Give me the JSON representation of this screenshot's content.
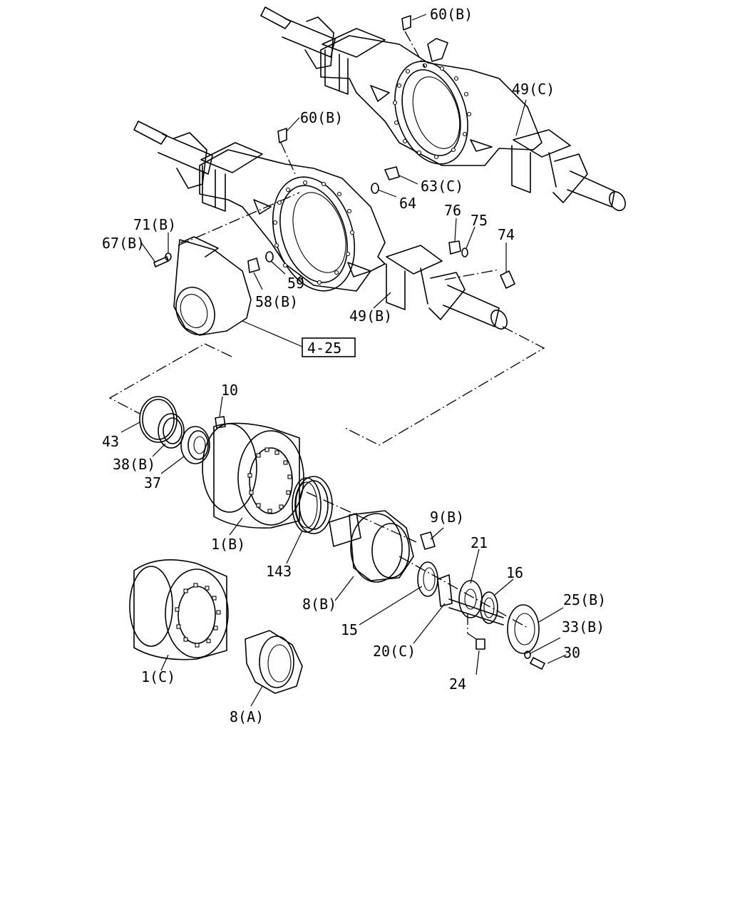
{
  "labels": {
    "p60b_top": "60(B)",
    "p49c": "49(C)",
    "p60b_mid": "60(B)",
    "p63c": "63(C)",
    "p64": "64",
    "p71b": "71(B)",
    "p67b": "67(B)",
    "p76": "76",
    "p75": "75",
    "p74": "74",
    "p59": "59",
    "p58b": "58(B)",
    "p49b": "49(B)",
    "p10": "10",
    "p43": "43",
    "p38b": "38(B)",
    "p37": "37",
    "p1b": "1(B)",
    "p143": "143",
    "p9b": "9(B)",
    "p21": "21",
    "p16": "16",
    "p8b": "8(B)",
    "p25b": "25(B)",
    "p15": "15",
    "p33b": "33(B)",
    "p30": "30",
    "p20c": "20(C)",
    "p24": "24",
    "p1c": "1(C)",
    "p8a": "8(A)"
  },
  "reference": {
    "text": "4-25"
  }
}
